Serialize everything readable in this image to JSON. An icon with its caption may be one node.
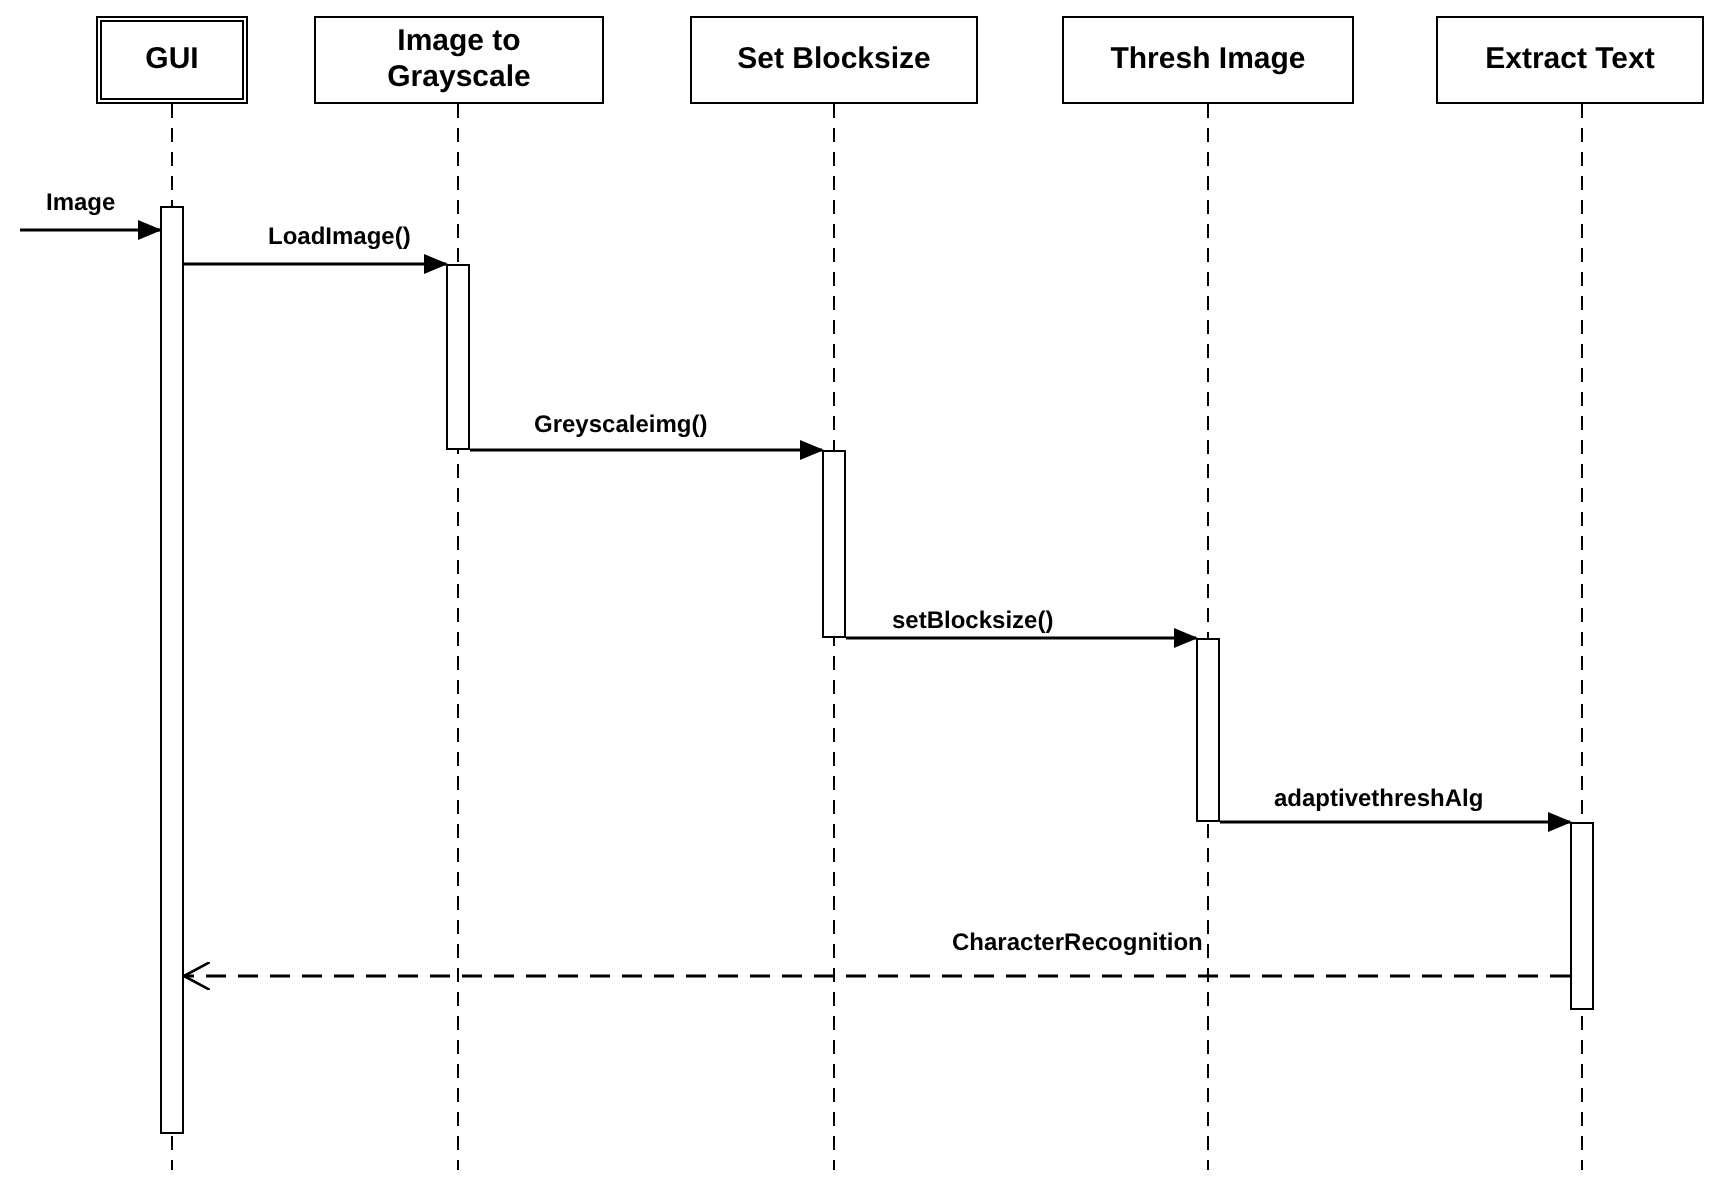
{
  "diagram": {
    "nodes": [
      {
        "text": [
          "GUI"
        ]
      },
      {
        "text": [
          "Image to Grayscale"
        ]
      },
      {
        "text": [
          "Set Blocksize"
        ]
      },
      {
        "text": [
          "Thresh Image"
        ]
      },
      {
        "text": [
          "Extract Text"
        ]
      },
      {
        "text": [],
        "shape": "bar"
      },
      {
        "text": [],
        "shape": "bar"
      },
      {
        "text": [],
        "shape": "bar"
      },
      {
        "text": [],
        "shape": "bar"
      },
      {
        "text": [],
        "shape": "bar"
      }
    ],
    "edges": [
      {
        "from": null,
        "to": 5,
        "arrow": "to",
        "label": "Image"
      },
      {
        "from": 5,
        "to": 6,
        "arrow": "to",
        "label": "LoadImage()"
      },
      {
        "from": 6,
        "to": 7,
        "arrow": "to",
        "label": "Greyscaleimg()"
      },
      {
        "from": 7,
        "to": 8,
        "arrow": "to",
        "label": "setBlocksize()"
      },
      {
        "from": 8,
        "to": 9,
        "arrow": "to",
        "label": "adaptivethreshAlg"
      },
      {
        "from": 9,
        "to": 5,
        "arrow": "to",
        "label": "CharacterRecognition",
        "style": "dashed"
      }
    ]
  }
}
